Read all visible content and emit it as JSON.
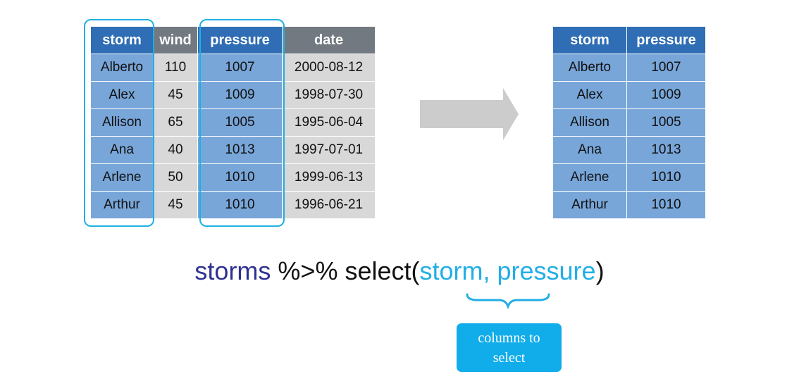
{
  "left_table": {
    "headers": [
      "storm",
      "wind",
      "pressure",
      "date"
    ],
    "rows": [
      [
        "Alberto",
        "110",
        "1007",
        "2000-08-12"
      ],
      [
        "Alex",
        "45",
        "1009",
        "1998-07-30"
      ],
      [
        "Allison",
        "65",
        "1005",
        "1995-06-04"
      ],
      [
        "Ana",
        "40",
        "1013",
        "1997-07-01"
      ],
      [
        "Arlene",
        "50",
        "1010",
        "1999-06-13"
      ],
      [
        "Arthur",
        "45",
        "1010",
        "1996-06-21"
      ]
    ]
  },
  "right_table": {
    "headers": [
      "storm",
      "pressure"
    ],
    "rows": [
      [
        "Alberto",
        "1007"
      ],
      [
        "Alex",
        "1009"
      ],
      [
        "Allison",
        "1005"
      ],
      [
        "Ana",
        "1013"
      ],
      [
        "Arlene",
        "1010"
      ],
      [
        "Arthur",
        "1010"
      ]
    ]
  },
  "code": {
    "data_name": "storms",
    "operator": " %>% select(",
    "args": "storm, pressure",
    "close": ")"
  },
  "callout": {
    "line1": "columns to",
    "line2": "select"
  },
  "colors": {
    "selected_header": "#2f6db4",
    "selected_cell": "#78a6d9",
    "unselected_header": "#737980",
    "unselected_cell": "#d8d8d8",
    "highlight": "#1fb0e3",
    "arrow": "#cccccc"
  },
  "icons": {
    "arrow": "right-arrow-icon",
    "brace": "curly-brace-icon"
  }
}
